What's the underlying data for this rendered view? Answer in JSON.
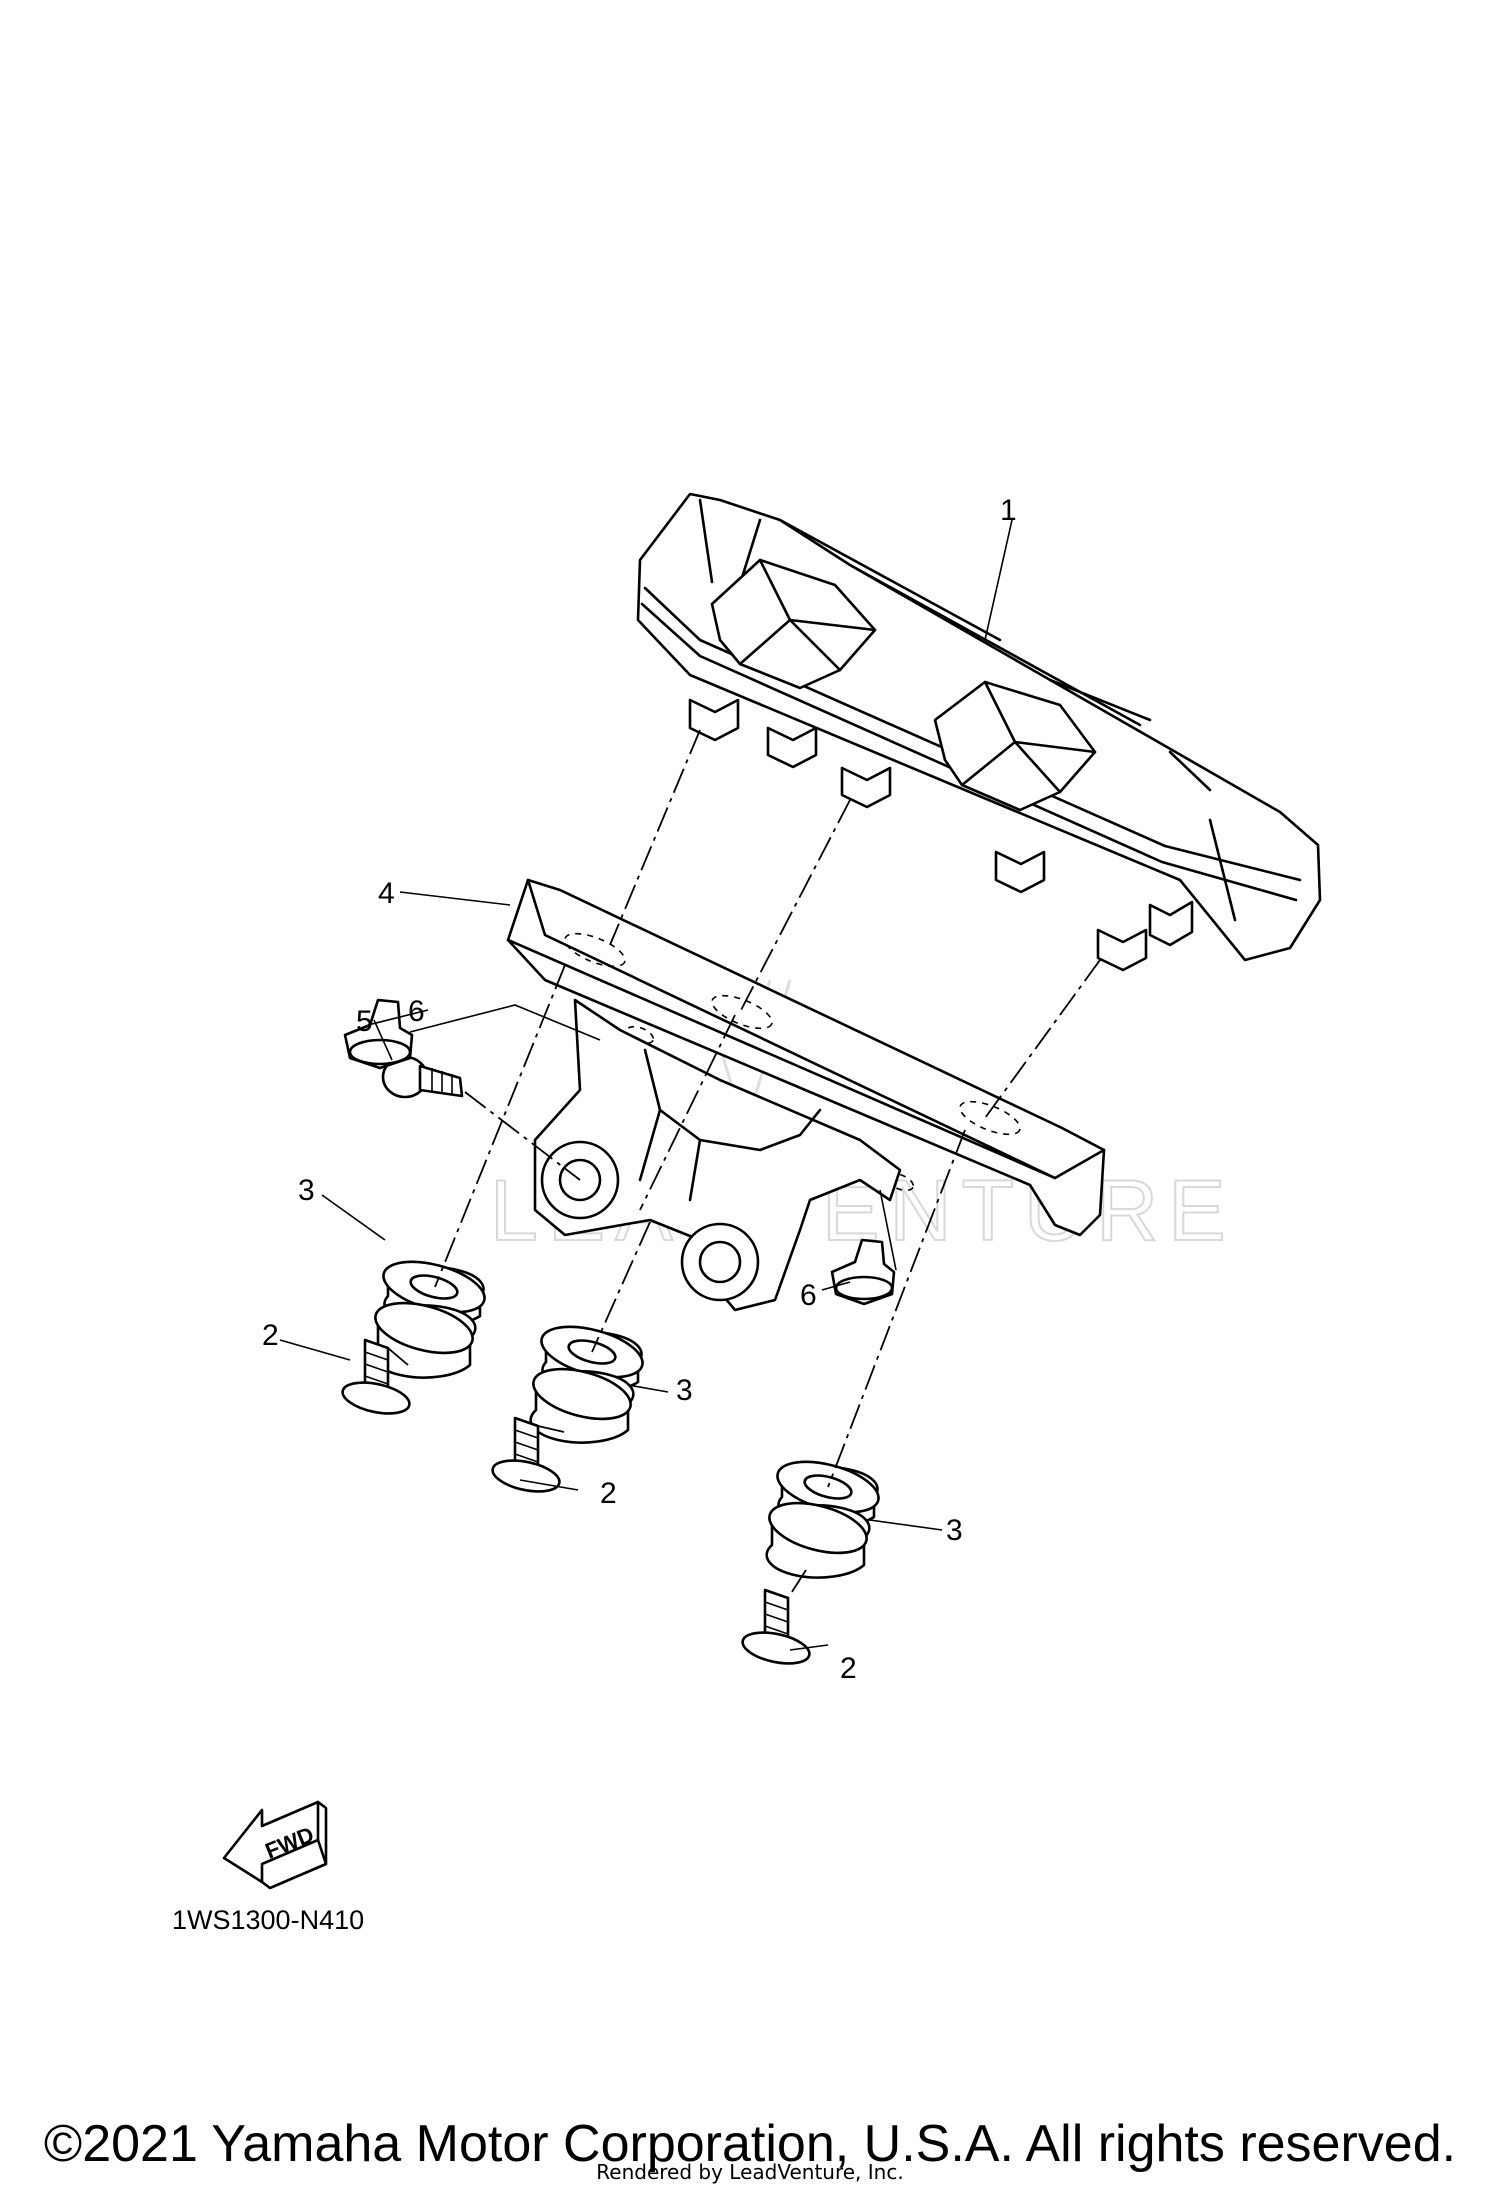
{
  "diagram": {
    "callouts": [
      {
        "id": "1",
        "label": "1"
      },
      {
        "id": "2a",
        "label": "2"
      },
      {
        "id": "2b",
        "label": "2"
      },
      {
        "id": "2c",
        "label": "2"
      },
      {
        "id": "3a",
        "label": "3"
      },
      {
        "id": "3b",
        "label": "3"
      },
      {
        "id": "3c",
        "label": "3"
      },
      {
        "id": "4",
        "label": "4"
      },
      {
        "id": "5",
        "label": "5"
      },
      {
        "id": "6a",
        "label": "6"
      },
      {
        "id": "6b",
        "label": "6"
      }
    ],
    "fwd_label": "FWD",
    "diagram_code": "1WS1300-N410",
    "watermark": "LEADVENTURE"
  },
  "footer": {
    "copyright": "©2021 Yamaha Motor Corporation, U.S.A. All rights reserved.",
    "rendered_by": "Rendered by LeadVenture, Inc."
  }
}
